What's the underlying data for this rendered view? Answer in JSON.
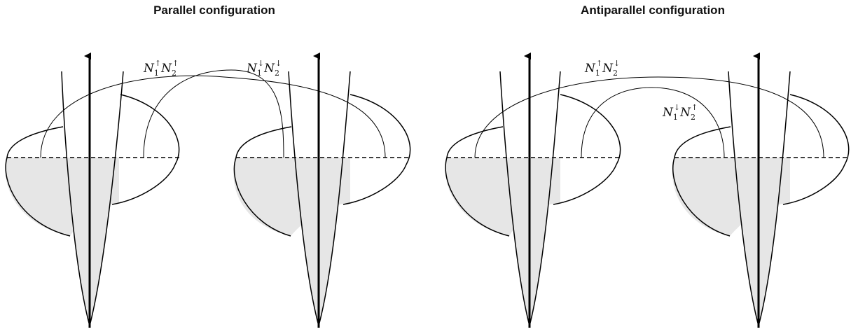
{
  "panels": [
    {
      "title": "Parallel configuration"
    },
    {
      "title": "Antiparallel configuration"
    }
  ],
  "labels": {
    "parallel_a": {
      "N": "N",
      "s1": "1",
      "a1": "↑",
      "s2": "2",
      "a2": "↑"
    },
    "parallel_b": {
      "N": "N",
      "s1": "1",
      "a1": "↓",
      "s2": "2",
      "a2": "↓"
    },
    "anti_a": {
      "N": "N",
      "s1": "1",
      "a1": "↑",
      "s2": "2",
      "a2": "↓"
    },
    "anti_b": {
      "N": "N",
      "s1": "1",
      "a1": "↓",
      "s2": "2",
      "a2": "↑"
    }
  },
  "colors": {
    "fill": "#e6e6e6",
    "stroke": "#000000"
  }
}
